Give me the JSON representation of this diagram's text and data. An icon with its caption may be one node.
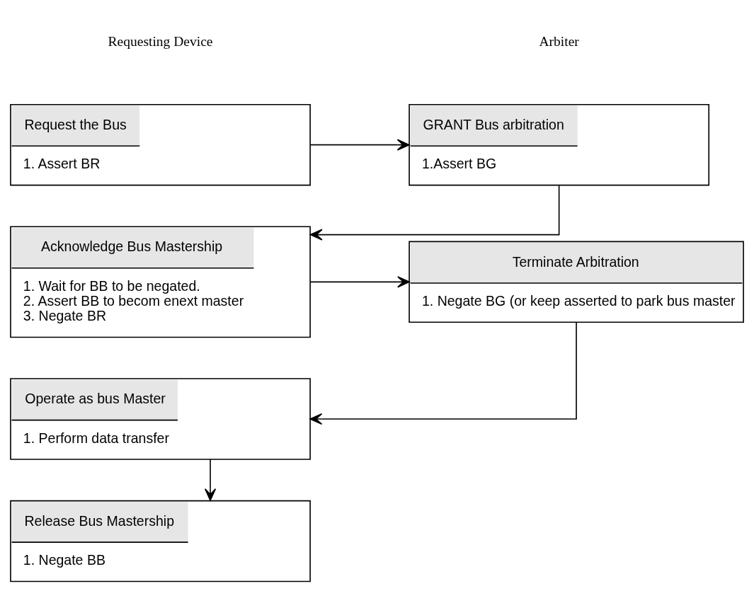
{
  "diagram": {
    "nodes": [
      {
        "text": [
          "Request the Bus",
          "1. Assert BR"
        ]
      },
      {
        "text": [
          "GRANT Bus arbitration",
          "1.Assert BG"
        ]
      },
      {
        "text": [
          "Acknowledge Bus Mastership",
          "1. Wait for BB to be negated.",
          "2. Assert BB to becom enext master",
          "3. Negate BR"
        ]
      },
      {
        "text": [
          "Terminate Arbitration",
          "1. Negate BG (or keep asserted to park bus master"
        ]
      },
      {
        "text": [
          "Operate as bus Master",
          "1. Perform data transfer"
        ]
      },
      {
        "text": [
          "Release Bus Mastership",
          "1. Negate BB"
        ]
      }
    ],
    "edges": [
      {
        "from": 0,
        "to": 1,
        "arrow": "to"
      },
      {
        "from": 1,
        "to": 2,
        "arrow": "to"
      },
      {
        "from": 2,
        "to": 3,
        "arrow": "to"
      },
      {
        "from": 3,
        "to": 4,
        "arrow": "to"
      },
      {
        "from": 4,
        "to": 5,
        "arrow": "to"
      }
    ],
    "labels": [
      "Requesting Device",
      "Arbiter"
    ]
  }
}
